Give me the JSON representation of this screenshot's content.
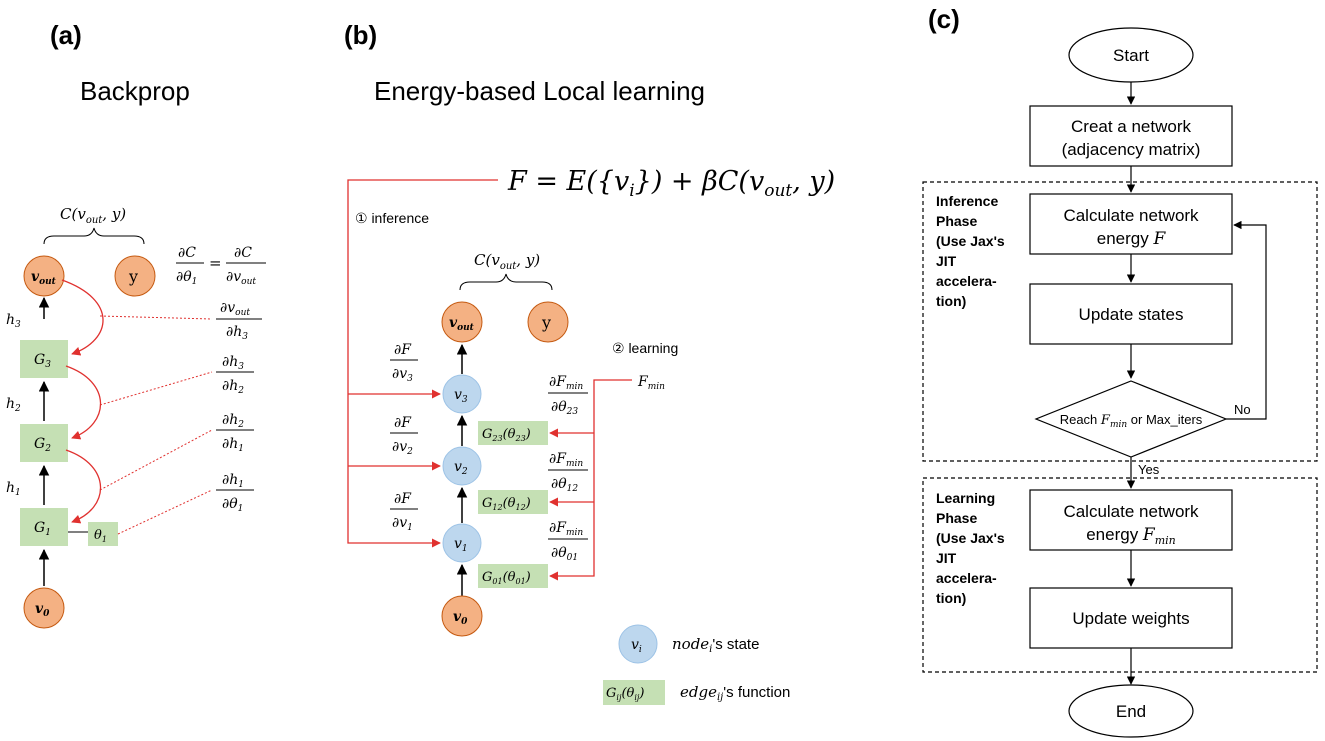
{
  "colors": {
    "orange_fill": "#f4b183",
    "orange_stroke": "#c55a11",
    "blue_fill": "#bdd7ee",
    "blue_stroke": "#9dc3e6",
    "green_fill": "#c5e0b4",
    "red": "#e0312f",
    "black": "#000000"
  },
  "panel_a": {
    "label": "(a)",
    "title": "Backprop",
    "cost": "C(v",
    "cost_sub": "out",
    "cost_tail": ", y)",
    "vout": "v",
    "vout_sub": "out",
    "y": "y",
    "g3": "G",
    "g3_sub": "3",
    "g2": "G",
    "g2_sub": "2",
    "g1": "G",
    "g1_sub": "1",
    "theta1": "θ",
    "theta1_sub": "1",
    "v0": "v",
    "v0_sub": "0",
    "h3": "h",
    "h3_sub": "3",
    "h2": "h",
    "h2_sub": "2",
    "h1": "h",
    "h1_sub": "1",
    "eq_left_num": "∂C",
    "eq_left_den": "∂θ",
    "eq_left_den_sub": "1",
    "eq_equals": "=",
    "eq_right_num": "∂C",
    "eq_right_den": "∂v",
    "eq_right_den_sub": "out",
    "d1_num": "∂v",
    "d1_num_sub": "out",
    "d1_den": "∂h",
    "d1_den_sub": "3",
    "d2_num": "∂h",
    "d2_num_sub": "3",
    "d2_den": "∂h",
    "d2_den_sub": "2",
    "d3_num": "∂h",
    "d3_num_sub": "2",
    "d3_den": "∂h",
    "d3_den_sub": "1",
    "d4_num": "∂h",
    "d4_num_sub": "1",
    "d4_den": "∂θ",
    "d4_den_sub": "1"
  },
  "panel_b": {
    "label": "(b)",
    "title": "Energy-based Local learning",
    "energy_eq": "F = E({v",
    "energy_eq_sub": "i",
    "energy_eq_mid": "}) + βC(v",
    "energy_eq_sub2": "out",
    "energy_eq_tail": ", y)",
    "step1": "① inference",
    "step2": "② learning",
    "cost": "C(v",
    "cost_sub": "out",
    "cost_tail": ", y)",
    "vout": "v",
    "vout_sub": "out",
    "y": "y",
    "v3": "v",
    "v3_sub": "3",
    "v2": "v",
    "v2_sub": "2",
    "v1": "v",
    "v1_sub": "1",
    "v0": "v",
    "v0_sub": "0",
    "g23": "G",
    "g23_sub": "23",
    "g23_arg": "(θ",
    "g23_arg_sub": "23",
    "g23_close": ")",
    "g12": "G",
    "g12_sub": "12",
    "g12_arg": "(θ",
    "g12_arg_sub": "12",
    "g12_close": ")",
    "g01": "G",
    "g01_sub": "01",
    "g01_arg": "(θ",
    "g01_arg_sub": "01",
    "g01_close": ")",
    "dfdv_num": "∂F",
    "dfdv3_den": "∂v",
    "dfdv3_sub": "3",
    "dfdv2_den": "∂v",
    "dfdv2_sub": "2",
    "dfdv1_den": "∂v",
    "dfdv1_sub": "1",
    "fmin": "F",
    "fmin_sub": "min",
    "dfmin_num": "∂F",
    "dfmin_num_sub": "min",
    "dfmin23_den": "∂θ",
    "dfmin23_sub": "23",
    "dfmin12_den": "∂θ",
    "dfmin12_sub": "12",
    "dfmin01_den": "∂θ",
    "dfmin01_sub": "01",
    "legend_node_symbol": "v",
    "legend_node_symbol_sub": "i",
    "legend_node_text_a": "node",
    "legend_node_text_sub": "i",
    "legend_node_text_b": "'s state",
    "legend_edge_symbol": "G",
    "legend_edge_symbol_sub": "ij",
    "legend_edge_arg": "(θ",
    "legend_edge_arg_sub": "ij",
    "legend_edge_close": ")",
    "legend_edge_text_a": "edge",
    "legend_edge_text_sub": "ij",
    "legend_edge_text_b": "'s function"
  },
  "panel_c": {
    "label": "(c)",
    "start": "Start",
    "create_line1": "Creat a network",
    "create_line2": "(adjacency matrix)",
    "inference_phase": [
      "Inference",
      "Phase",
      "(Use Jax's",
      "JIT",
      "accelera-",
      "tion)"
    ],
    "calc_energy_line1": "Calculate network",
    "calc_energy_line2": "energy ",
    "calc_energy_sym": "F",
    "update_states": "Update states",
    "reach_a": "Reach ",
    "reach_sym": "F",
    "reach_sub": "min",
    "reach_b": " or Max_iters",
    "no": "No",
    "yes": "Yes",
    "learning_phase": [
      "Learning",
      "Phase",
      "(Use Jax's",
      "JIT",
      "accelera-",
      "tion)"
    ],
    "calc_min_line1": "Calculate network",
    "calc_min_line2": "energy ",
    "calc_min_sym": "F",
    "calc_min_sub": "min",
    "update_weights": "Update weights",
    "end": "End"
  }
}
